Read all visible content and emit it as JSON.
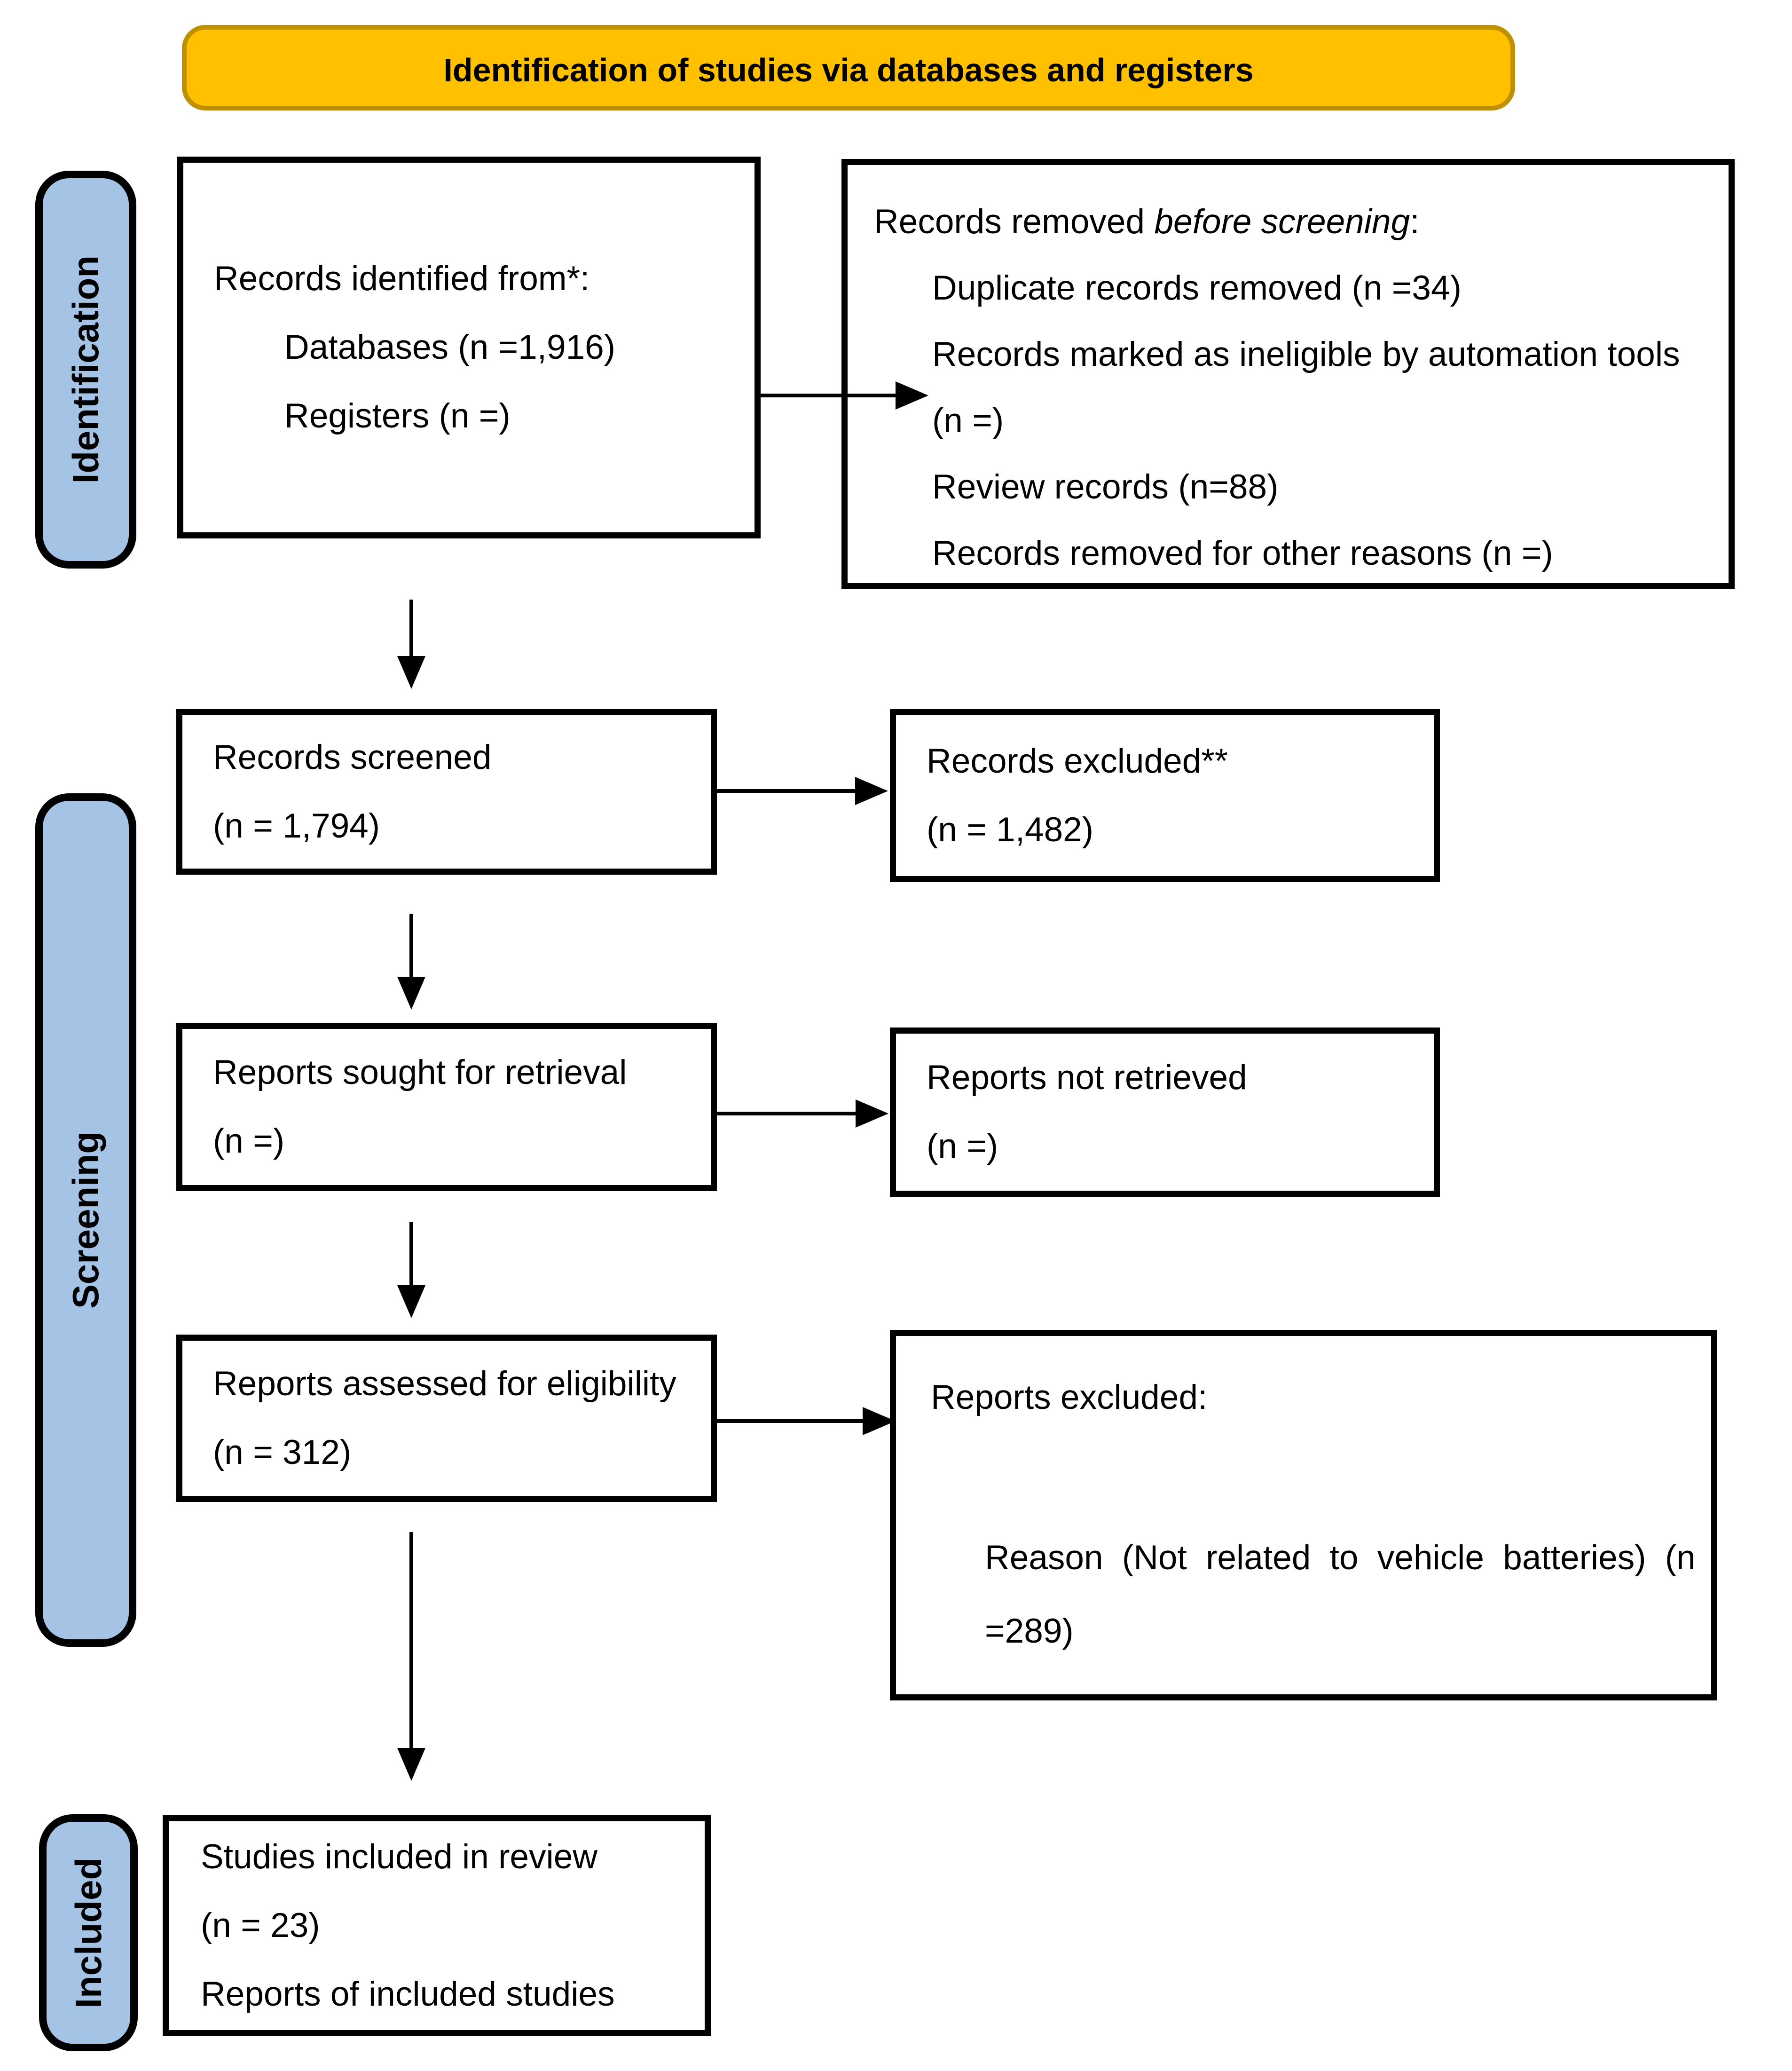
{
  "banner": {
    "title": "Identification of studies via databases and registers"
  },
  "stages": {
    "identification": "Identification",
    "screening": "Screening",
    "included": "Included"
  },
  "boxes": {
    "records_identified": {
      "line1": "Records identified from*:",
      "line2": "Databases (n =1,916)",
      "line3": "Registers (n =)"
    },
    "records_removed": {
      "title_prefix": "Records removed ",
      "title_italic": "before screening",
      "title_suffix": ":",
      "item1": "Duplicate records removed (n =34)",
      "item2": "Records marked as ineligible by automation tools",
      "item3": "(n =)",
      "item4": "Review records (n=88)",
      "item5": "Records removed for other reasons (n =)"
    },
    "records_screened": {
      "line1": "Records screened",
      "line2": "(n = 1,794)"
    },
    "records_excluded": {
      "line1": "Records excluded**",
      "line2": "(n = 1,482)"
    },
    "reports_sought": {
      "line1": "Reports sought for retrieval",
      "line2": "(n =)"
    },
    "reports_not_retrieved": {
      "line1": "Reports not retrieved",
      "line2": "(n =)"
    },
    "reports_assessed": {
      "line1": "Reports assessed for eligibility",
      "line2": "(n = 312)"
    },
    "reports_excluded": {
      "title": "Reports excluded:",
      "reason_line1": "Reason (Not related to vehicle batteries) (n",
      "reason_line2": "=289)"
    },
    "studies_included": {
      "line1": "Studies included in review",
      "line2": "(n = 23)",
      "line3": "Reports of included studies"
    }
  },
  "colors": {
    "banner_fill": "#FFC000",
    "banner_border": "#BF9000",
    "stage_fill": "#A5C3E5",
    "box_border": "#000000",
    "arrow": "#000000",
    "background": "#FFFFFF"
  }
}
